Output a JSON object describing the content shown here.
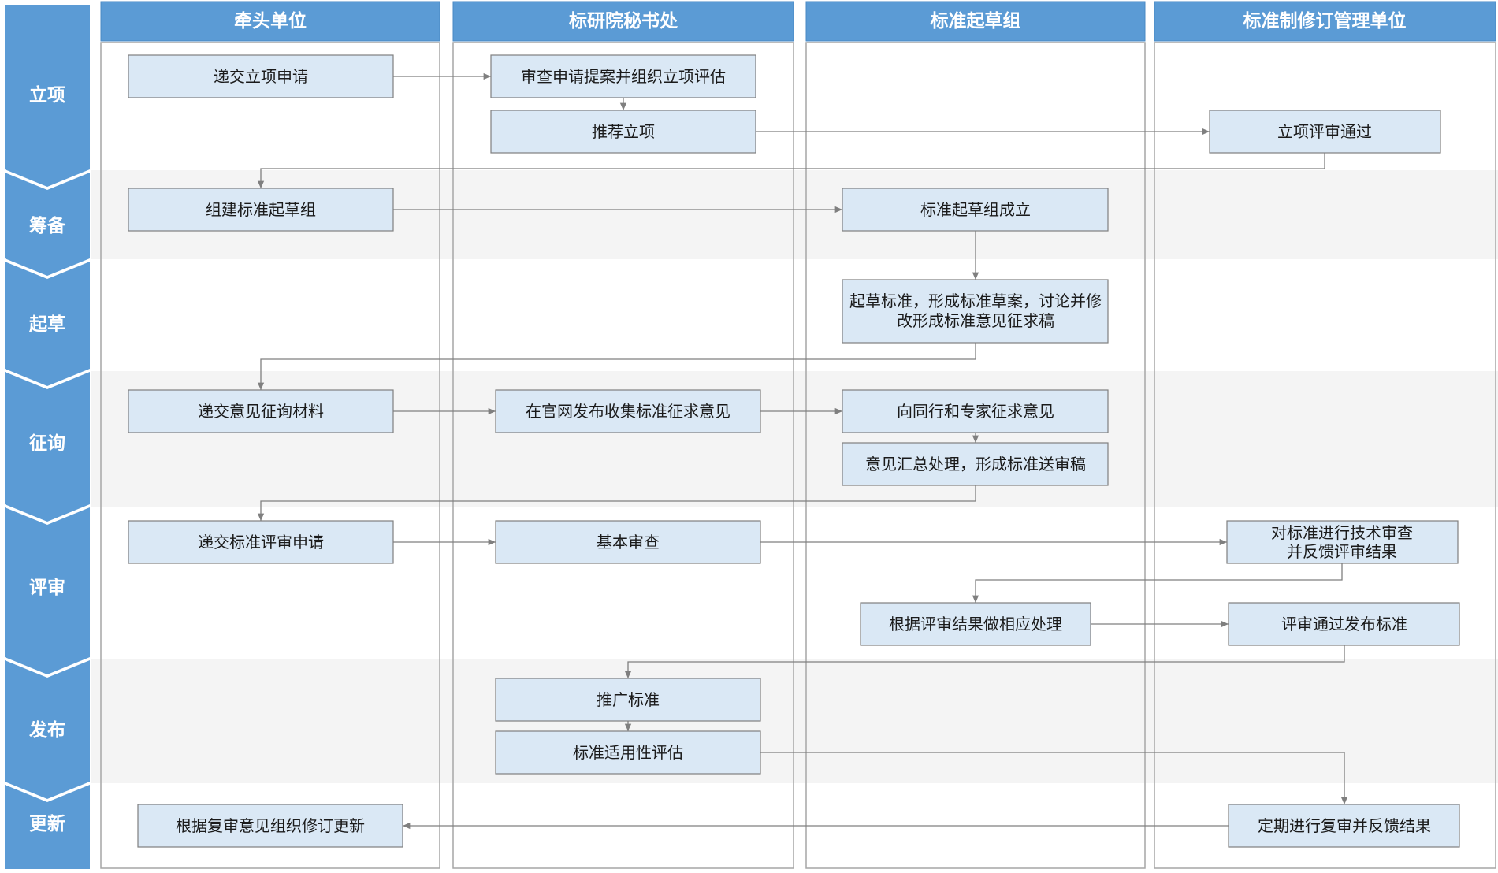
{
  "lanes": [
    {
      "id": "lead",
      "label": "牵头单位"
    },
    {
      "id": "secretariat",
      "label": "标研院秘书处"
    },
    {
      "id": "drafting",
      "label": "标准起草组"
    },
    {
      "id": "management",
      "label": "标准制修订管理单位"
    }
  ],
  "stages": [
    {
      "id": "initiation",
      "label": "立项"
    },
    {
      "id": "preparation",
      "label": "筹备"
    },
    {
      "id": "drafting",
      "label": "起草"
    },
    {
      "id": "consultation",
      "label": "征询"
    },
    {
      "id": "review",
      "label": "评审"
    },
    {
      "id": "release",
      "label": "发布"
    },
    {
      "id": "update",
      "label": "更新"
    }
  ],
  "nodes": [
    {
      "id": "n1",
      "lines": [
        "递交立项申请"
      ]
    },
    {
      "id": "n2",
      "lines": [
        "审查申请提案并组织立项评估"
      ]
    },
    {
      "id": "n3",
      "lines": [
        "推荐立项"
      ]
    },
    {
      "id": "n4",
      "lines": [
        "立项评审通过"
      ]
    },
    {
      "id": "n5",
      "lines": [
        "组建标准起草组"
      ]
    },
    {
      "id": "n6",
      "lines": [
        "标准起草组成立"
      ]
    },
    {
      "id": "n7",
      "lines": [
        "起草标准，形成标准草案，讨论并修",
        "改形成标准意见征求稿"
      ]
    },
    {
      "id": "n8",
      "lines": [
        "递交意见征询材料"
      ]
    },
    {
      "id": "n9",
      "lines": [
        "在官网发布收集标准征求意见"
      ]
    },
    {
      "id": "n10",
      "lines": [
        "向同行和专家征求意见"
      ]
    },
    {
      "id": "n11",
      "lines": [
        "意见汇总处理，形成标准送审稿"
      ]
    },
    {
      "id": "n12",
      "lines": [
        "递交标准评审申请"
      ]
    },
    {
      "id": "n13",
      "lines": [
        "基本审查"
      ]
    },
    {
      "id": "n14",
      "lines": [
        "对标准进行技术审查",
        "并反馈评审结果"
      ]
    },
    {
      "id": "n15",
      "lines": [
        "根据评审结果做相应处理"
      ]
    },
    {
      "id": "n16",
      "lines": [
        "评审通过发布标准"
      ]
    },
    {
      "id": "n17",
      "lines": [
        "推广标准"
      ]
    },
    {
      "id": "n18",
      "lines": [
        "标准适用性评估"
      ]
    },
    {
      "id": "n19",
      "lines": [
        "根据复审意见组织修订更新"
      ]
    },
    {
      "id": "n20",
      "lines": [
        "定期进行复审并反馈结果"
      ]
    }
  ],
  "edges": [
    {
      "from": "n1",
      "to": "n2"
    },
    {
      "from": "n2",
      "to": "n3"
    },
    {
      "from": "n3",
      "to": "n4"
    },
    {
      "from": "n4",
      "to": "n5"
    },
    {
      "from": "n5",
      "to": "n6"
    },
    {
      "from": "n6",
      "to": "n7"
    },
    {
      "from": "n7",
      "to": "n8"
    },
    {
      "from": "n8",
      "to": "n9"
    },
    {
      "from": "n9",
      "to": "n10"
    },
    {
      "from": "n10",
      "to": "n11"
    },
    {
      "from": "n11",
      "to": "n12"
    },
    {
      "from": "n12",
      "to": "n13"
    },
    {
      "from": "n13",
      "to": "n14"
    },
    {
      "from": "n14",
      "to": "n15"
    },
    {
      "from": "n15",
      "to": "n16"
    },
    {
      "from": "n16",
      "to": "n17"
    },
    {
      "from": "n17",
      "to": "n18"
    },
    {
      "from": "n18",
      "to": "n20"
    },
    {
      "from": "n20",
      "to": "n19"
    }
  ],
  "colors": {
    "header": "#5b9bd5",
    "node_fill": "#dae8f5",
    "band": "#f4f4f4",
    "line": "#7f7f7f"
  }
}
